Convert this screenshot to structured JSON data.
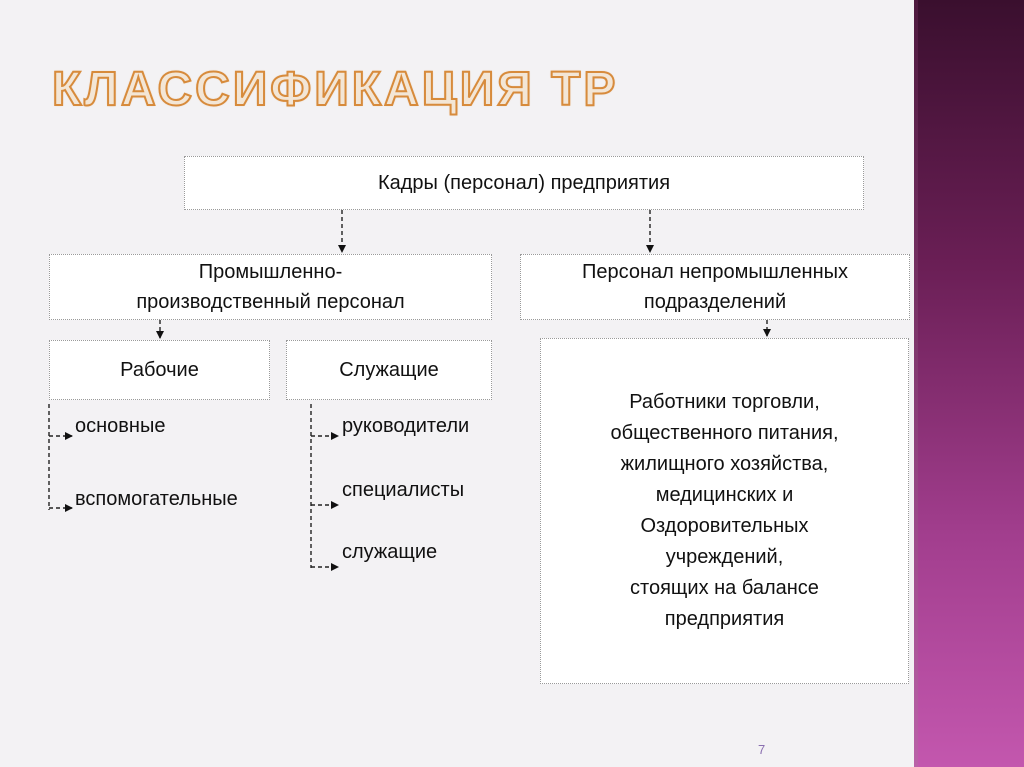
{
  "title": "КЛАССИФИКАЦИЯ ТР",
  "nodes": {
    "root": "Кадры (персонал) предприятия",
    "industrial": "Промышленно-\nпроизводственный персонал",
    "nonindustrial": "Персонал непромышленных подразделений",
    "workers": "Рабочие",
    "employees": "Служащие",
    "nonindustrial_detail": "Работники торговли,\nобщественного питания,\nжилищного хозяйства,\nмедицинских и\nОздоровительных\nучреждений,\nстоящих на балансе\nпредприятия"
  },
  "workers_types": [
    "основные",
    "вспомогательные"
  ],
  "employees_types": [
    "руководители",
    "специалисты",
    "служащие"
  ],
  "page_number": "7",
  "colors": {
    "title_fill": "#f3e6d6",
    "title_outline": "#d78b3c",
    "side_band": "#8a2f74",
    "background": "#f3f2f4"
  }
}
